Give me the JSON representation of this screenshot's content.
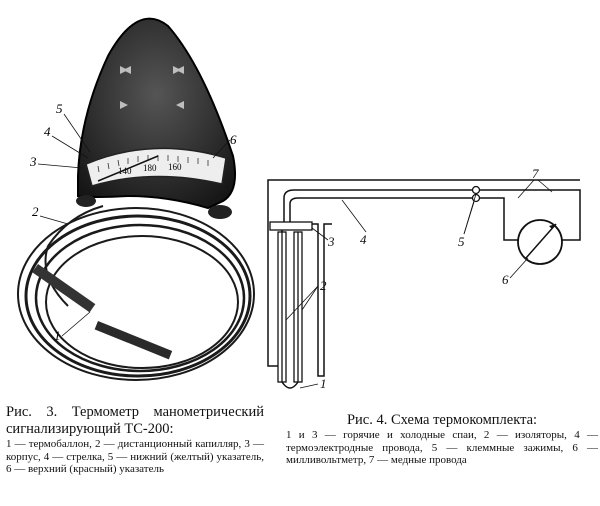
{
  "figure3": {
    "callouts": [
      "1",
      "2",
      "3",
      "4",
      "5",
      "6"
    ],
    "scale_labels": [
      "140",
      "180",
      "160"
    ],
    "caption": {
      "title": "Рис. 3. Термометр манометрический сигнализирующий ТС-200:",
      "body": "1 — термобаллон, 2 — дистанционный капилляр, 3 — корпус, 4 — стрелка, 5 — нижний (желтый) указатель, 6 — верхний (красный) указатель"
    }
  },
  "figure4": {
    "callouts": [
      "1",
      "2",
      "3",
      "4",
      "5",
      "6",
      "7"
    ],
    "caption": {
      "title": "Рис. 4. Схема термокомплекта:",
      "body": "1 и 3 — горячие и холодные спаи, 2 — изоляторы, 4 — термоэлектродные провода, 5 — клеммные зажимы, 6 — милливольтметр, 7 — медные провода"
    }
  }
}
